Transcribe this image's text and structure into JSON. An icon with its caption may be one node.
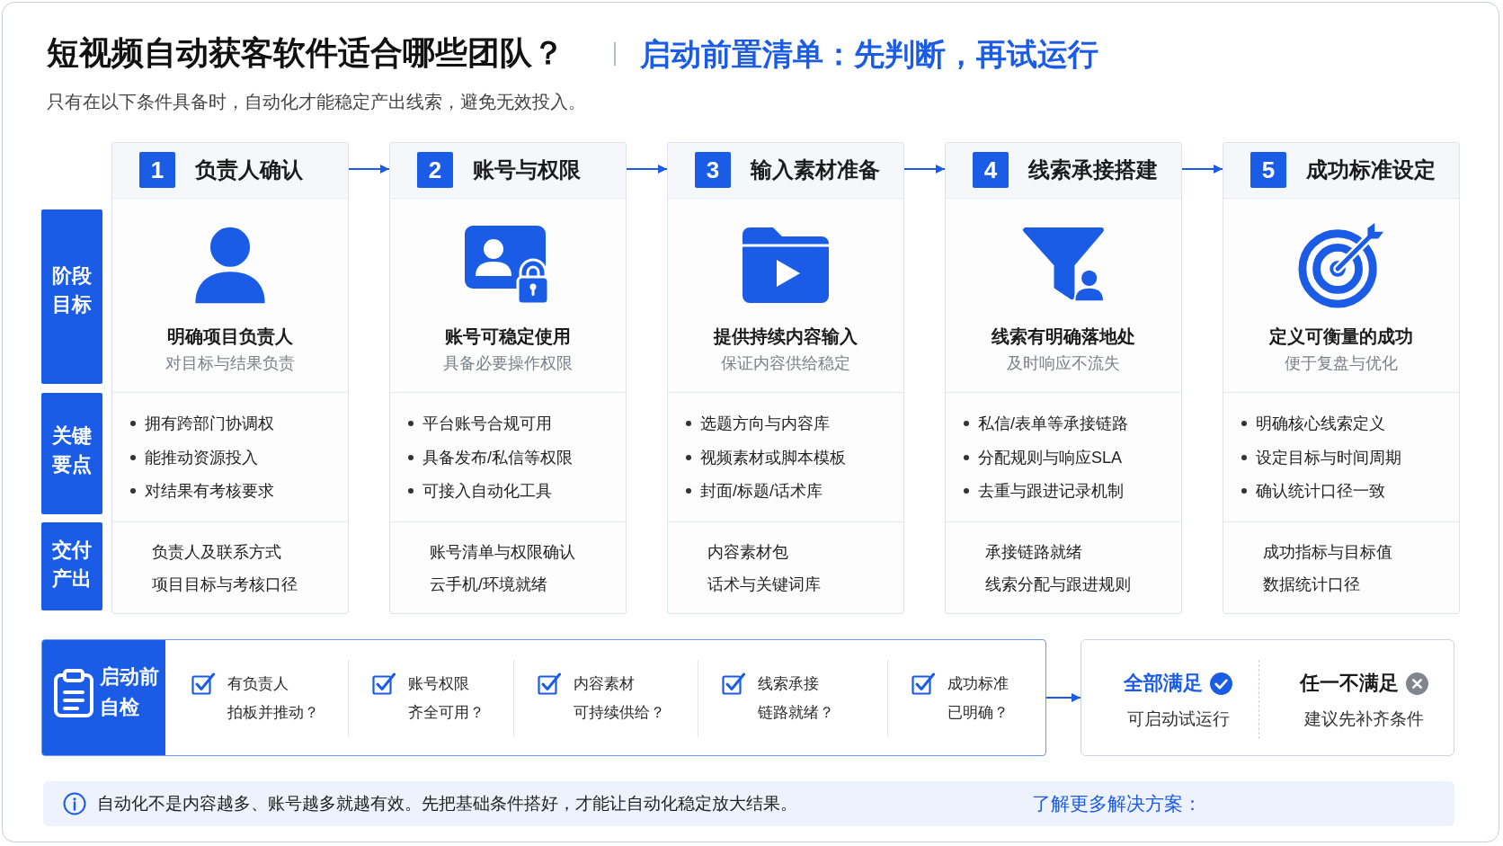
{
  "diagram": {
    "title": "短视频自动获客软件适合哪些团队？",
    "nodes": [
      {
        "text": [
          "1",
          "负责人确认"
        ]
      },
      {
        "text": [
          "明确项目负责人",
          "对目标与结果负责"
        ],
        "in": 0
      },
      {
        "text": [
          "拥有跨部门协调权",
          "能推动资源投入",
          "对结果有考核要求"
        ],
        "in": 0
      },
      {
        "text": [
          "负责人及联系方式",
          "项目目标与考核口径"
        ],
        "in": 0
      },
      {
        "text": [
          "2",
          "账号与权限"
        ]
      },
      {
        "text": [
          "账号可稳定使用",
          "具备必要操作权限"
        ],
        "in": 4
      },
      {
        "text": [
          "平台账号合规可用",
          "具备发布/私信等权限",
          "可接入自动化工具"
        ],
        "in": 4
      },
      {
        "text": [
          "账号清单与权限确认",
          "云手机/环境就绪"
        ],
        "in": 4
      },
      {
        "text": [
          "3",
          "输入素材准备"
        ]
      },
      {
        "text": [
          "提供持续内容输入",
          "保证内容供给稳定"
        ],
        "in": 8
      },
      {
        "text": [
          "选题方向与内容库",
          "视频素材或脚本模板",
          "封面/标题/话术库"
        ],
        "in": 8
      },
      {
        "text": [
          "内容素材包",
          "话术与关键词库"
        ],
        "in": 8
      },
      {
        "text": [
          "4",
          "线索承接搭建"
        ]
      },
      {
        "text": [
          "线索有明确落地处",
          "及时响应不流失"
        ],
        "in": 12
      },
      {
        "text": [
          "私信/表单等承接链路",
          "分配规则与响应SLA",
          "去重与跟进记录机制"
        ],
        "in": 12
      },
      {
        "text": [
          "承接链路就绪",
          "线索分配与跟进规则"
        ],
        "in": 12
      },
      {
        "text": [
          "5",
          "成功标准设定"
        ]
      },
      {
        "text": [
          "定义可衡量的成功",
          "便于复盘与优化"
        ],
        "in": 16
      },
      {
        "text": [
          "明确核心线索定义",
          "设定目标与时间周期",
          "确认统计口径一致"
        ],
        "in": 16
      },
      {
        "text": [
          "成功指标与目标值",
          "数据统计口径"
        ],
        "in": 16
      },
      {
        "text": [
          "阶段目标"
        ]
      },
      {
        "text": [
          "关键要点"
        ]
      },
      {
        "text": [
          "交付产出"
        ]
      },
      {
        "text": [
          "启动前自检"
        ]
      },
      {
        "text": [
          "有负责人",
          "拍板并推动？"
        ],
        "in": 23
      },
      {
        "text": [
          "账号权限",
          "齐全可用？"
        ],
        "in": 23
      },
      {
        "text": [
          "内容素材",
          "可持续供给？"
        ],
        "in": 23
      },
      {
        "text": [
          "线索承接",
          "链路就绪？"
        ],
        "in": 23
      },
      {
        "text": [
          "成功标准",
          "已明确？"
        ],
        "in": 23
      },
      {
        "text": [],
        "shape": "box"
      },
      {
        "text": [
          "全部满足",
          "可启动试运行"
        ],
        "in": 29
      },
      {
        "text": [
          "任一不满足",
          "建议先补齐条件"
        ],
        "in": 29
      },
      {
        "text": [
          "自动化不是内容越多、账号越多就越有效。先把基础条件搭好，才能让自动化稳定放大结果。",
          "了解更多解决方案："
        ]
      }
    ],
    "edges": [
      {
        "from": 0,
        "to": 4,
        "arrow": "to"
      },
      {
        "from": 4,
        "to": 8,
        "arrow": "to"
      },
      {
        "from": 8,
        "to": 12,
        "arrow": "to"
      },
      {
        "from": 12,
        "to": 16,
        "arrow": "to"
      },
      {
        "from": 23,
        "to": 29,
        "arrow": "to"
      }
    ],
    "labels": [
      "启动前置清单：先判断，再试运行",
      "只有在以下条件具备时，自动化才能稳定产出线索，避免无效投入。"
    ]
  }
}
